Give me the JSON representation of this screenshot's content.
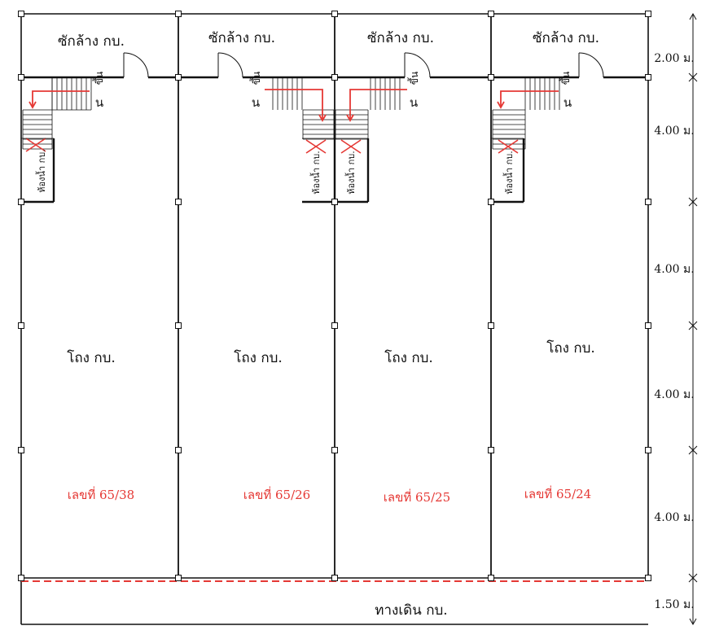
{
  "units": [
    {
      "washroom": "ซักล้าง กบ.",
      "hall": "โถง กบ.",
      "number": "เลขที่ 65/38",
      "bath": "ห้องน้ำ กบ.",
      "up": "ขึ้น",
      "down": "น"
    },
    {
      "washroom": "ซักล้าง กบ.",
      "hall": "โถง กบ.",
      "number": "เลขที่ 65/26",
      "bath": "ห้องน้ำ กบ.",
      "up": "ขึ้น",
      "down": "น"
    },
    {
      "washroom": "ซักล้าง กบ.",
      "hall": "โถง กบ.",
      "number": "เลขที่ 65/25",
      "bath": "ห้องน้ำ กบ.",
      "up": "ขึ้น",
      "down": "น"
    },
    {
      "washroom": "ซักล้าง กบ.",
      "hall": "โถง กบ.",
      "number": "เลขที่ 65/24",
      "bath": "ห้องน้ำ กบ.",
      "up": "ขึ้น",
      "down": "น"
    }
  ],
  "walkway": "ทางเดิน กบ.",
  "dimensions": [
    "2.00 ม.",
    "4.00 ม.",
    "4.00 ม.",
    "4.00 ม.",
    "4.00 ม.",
    "1.50 ม."
  ],
  "colors": {
    "wall": "#111111",
    "accent": "#e53935",
    "background": "#ffffff"
  }
}
